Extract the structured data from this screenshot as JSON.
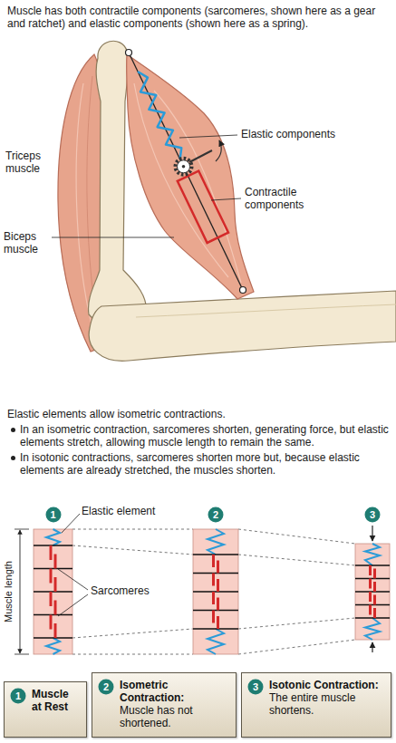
{
  "diagram": {
    "nodes": [
      {
        "text": [
          "1"
        ]
      },
      {
        "text": [
          "2"
        ]
      },
      {
        "text": [
          "3"
        ]
      },
      {
        "text": [
          "Muscle at Rest"
        ]
      },
      {
        "text": [
          "1"
        ],
        "in": 3
      },
      {
        "text": [
          "Isometric Contraction:",
          "Muscle has not shortened."
        ]
      },
      {
        "text": [
          "2"
        ],
        "in": 5
      },
      {
        "text": [
          "Isotonic Contraction:",
          "The entire muscle shortens."
        ]
      },
      {
        "text": [
          "3"
        ],
        "in": 7
      }
    ],
    "labels": [
      "Muscle has both contractile components (sarcomeres, shown here as a gear and ratchet) and elastic components (shown here as a spring).",
      "Elastic components",
      "Triceps muscle",
      "Contractile components",
      "Biceps muscle",
      "Elastic elements allow isometric contractions.",
      "In an isometric contraction, sarcomeres shorten, generating force, but elastic elements stretch, allowing muscle length to remain the same.",
      "In isotonic contractions, sarcomeres shorten more but, because elastic elements are already stretched, the muscles shorten.",
      "Elastic element",
      "Muscle length",
      "Sarcomeres"
    ]
  }
}
